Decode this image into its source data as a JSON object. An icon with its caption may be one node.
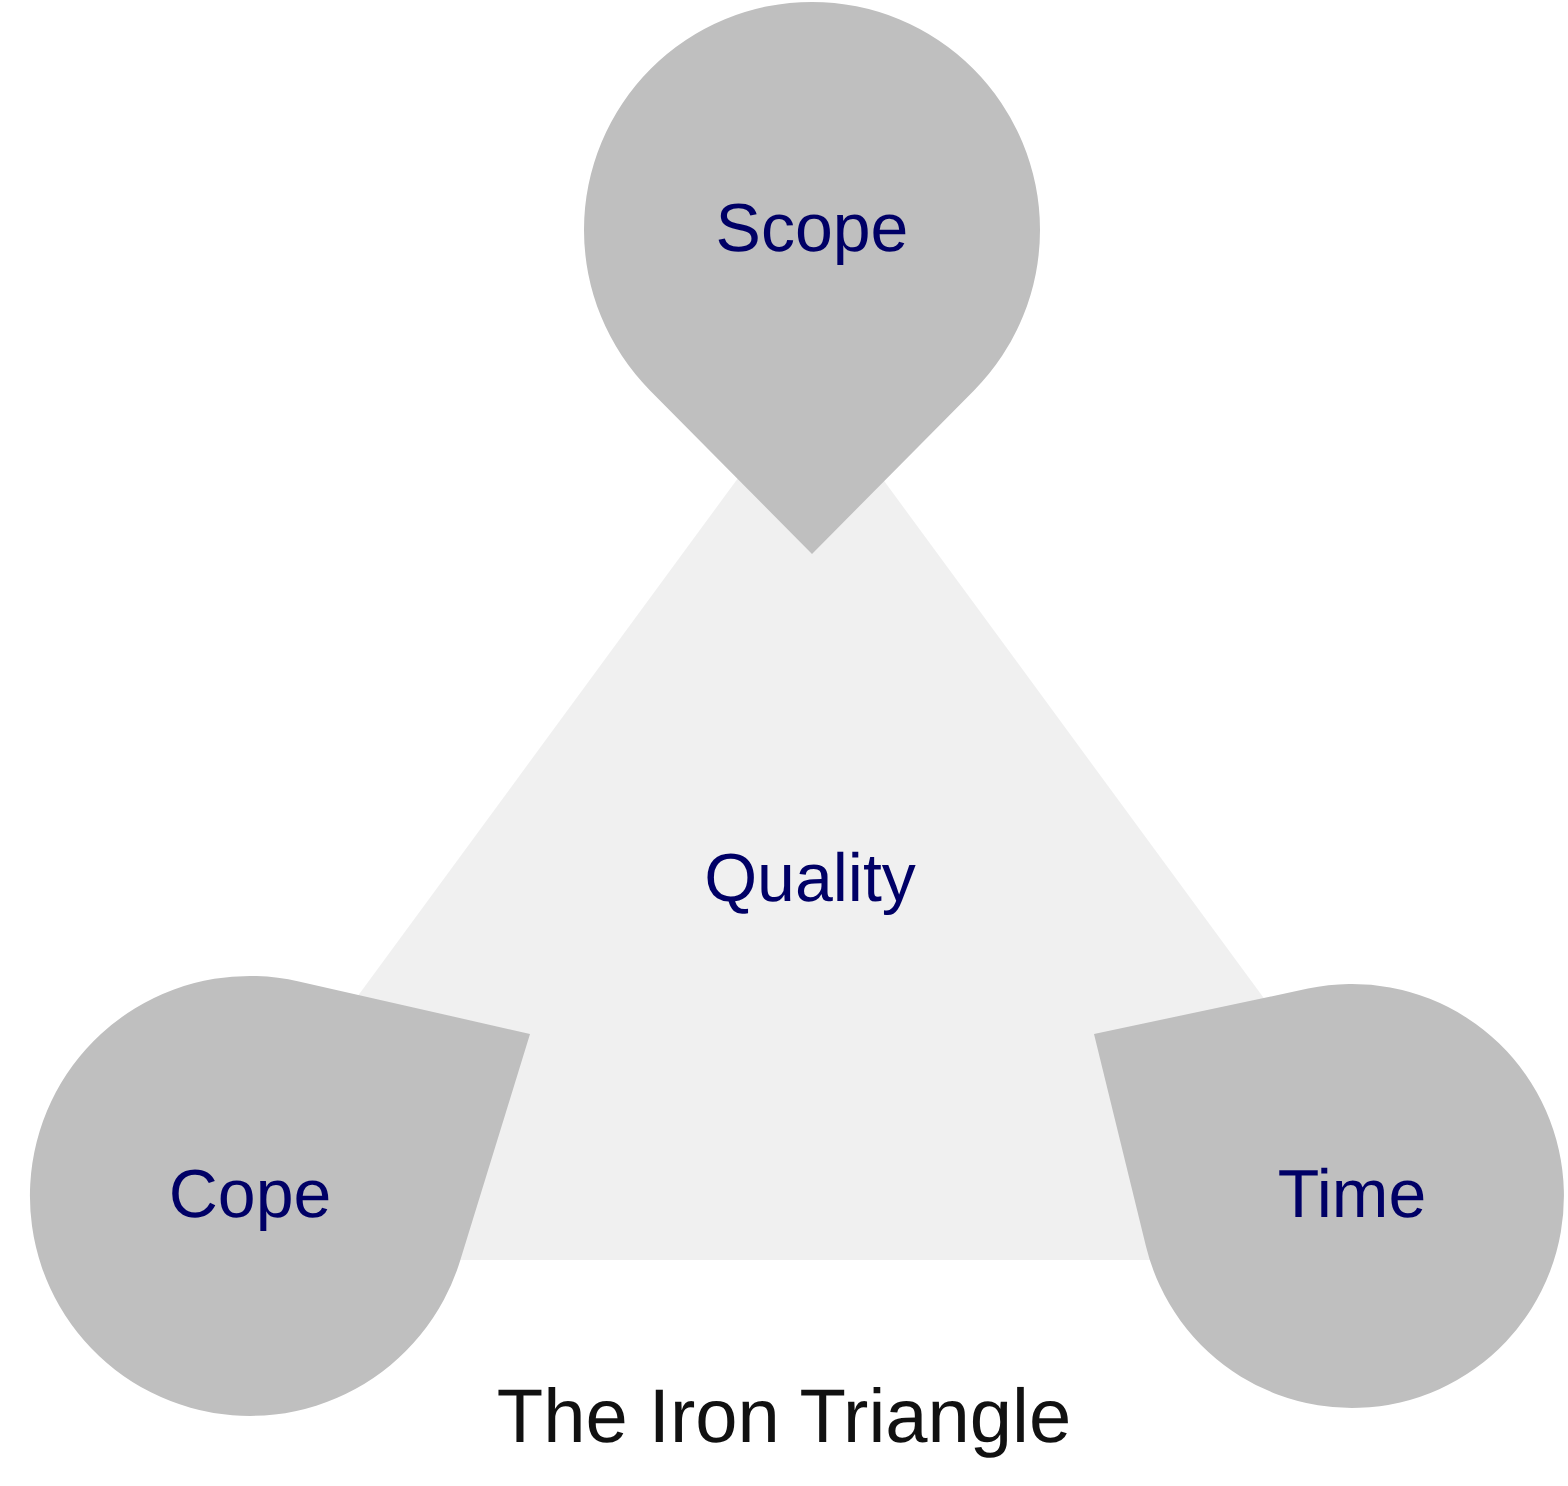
{
  "diagram": {
    "caption": "The Iron Triangle",
    "nodes": [
      {
        "text": [
          "Scope"
        ]
      },
      {
        "text": [
          "Quality"
        ]
      },
      {
        "text": [
          "Cope"
        ]
      },
      {
        "text": [
          "Time"
        ]
      }
    ]
  }
}
